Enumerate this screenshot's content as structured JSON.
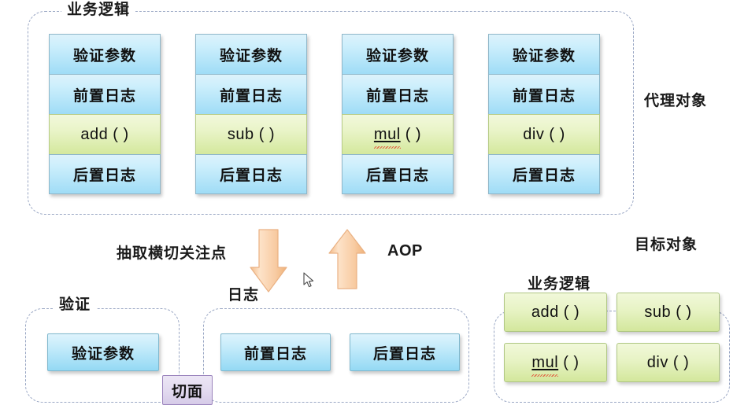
{
  "diagram": {
    "title_labels": {
      "proxy_object": "代理对象",
      "target_object": "目标对象"
    },
    "proxy_group": {
      "label": "业务逻辑",
      "columns": [
        {
          "name": "add-column",
          "cells": [
            {
              "text": "验证参数",
              "tone": "blue"
            },
            {
              "text": "前置日志",
              "tone": "blue"
            },
            {
              "text": "add ( )",
              "tone": "green"
            },
            {
              "text": "后置日志",
              "tone": "blue"
            }
          ]
        },
        {
          "name": "sub-column",
          "cells": [
            {
              "text": "验证参数",
              "tone": "blue"
            },
            {
              "text": "前置日志",
              "tone": "blue"
            },
            {
              "text": "sub ( )",
              "tone": "green"
            },
            {
              "text": "后置日志",
              "tone": "blue"
            }
          ]
        },
        {
          "name": "mul-column",
          "cells": [
            {
              "text": "验证参数",
              "tone": "blue"
            },
            {
              "text": "前置日志",
              "tone": "blue"
            },
            {
              "text": "mul ( )",
              "tone": "green",
              "misspelled": true
            },
            {
              "text": "后置日志",
              "tone": "blue"
            }
          ]
        },
        {
          "name": "div-column",
          "cells": [
            {
              "text": "验证参数",
              "tone": "blue"
            },
            {
              "text": "前置日志",
              "tone": "blue"
            },
            {
              "text": "div ( )",
              "tone": "green"
            },
            {
              "text": "后置日志",
              "tone": "blue"
            }
          ]
        }
      ]
    },
    "flow": {
      "extract_label": "抽取横切关注点",
      "aop_label": "AOP",
      "down_arrow": "down-arrow",
      "up_arrow": "up-arrow",
      "arrow_color": "#f7c89a"
    },
    "validation_group": {
      "label": "验证",
      "boxes": [
        "验证参数"
      ]
    },
    "log_group": {
      "label": "日志",
      "boxes": [
        "前置日志",
        "后置日志"
      ]
    },
    "aspect_badge": {
      "label": "切面"
    },
    "target_group": {
      "label": "业务逻辑",
      "boxes": [
        {
          "text": "add ( )"
        },
        {
          "text": "sub ( )"
        },
        {
          "text": "mul ( )",
          "misspelled": true
        },
        {
          "text": "div ( )"
        }
      ]
    },
    "colors": {
      "blue_fill": "#a8e1f7",
      "green_fill": "#dcecb0",
      "dash_border": "#9aa7c4",
      "aspect_fill": "#e0d8ee",
      "arrow_fill": "#f7c89a"
    }
  }
}
